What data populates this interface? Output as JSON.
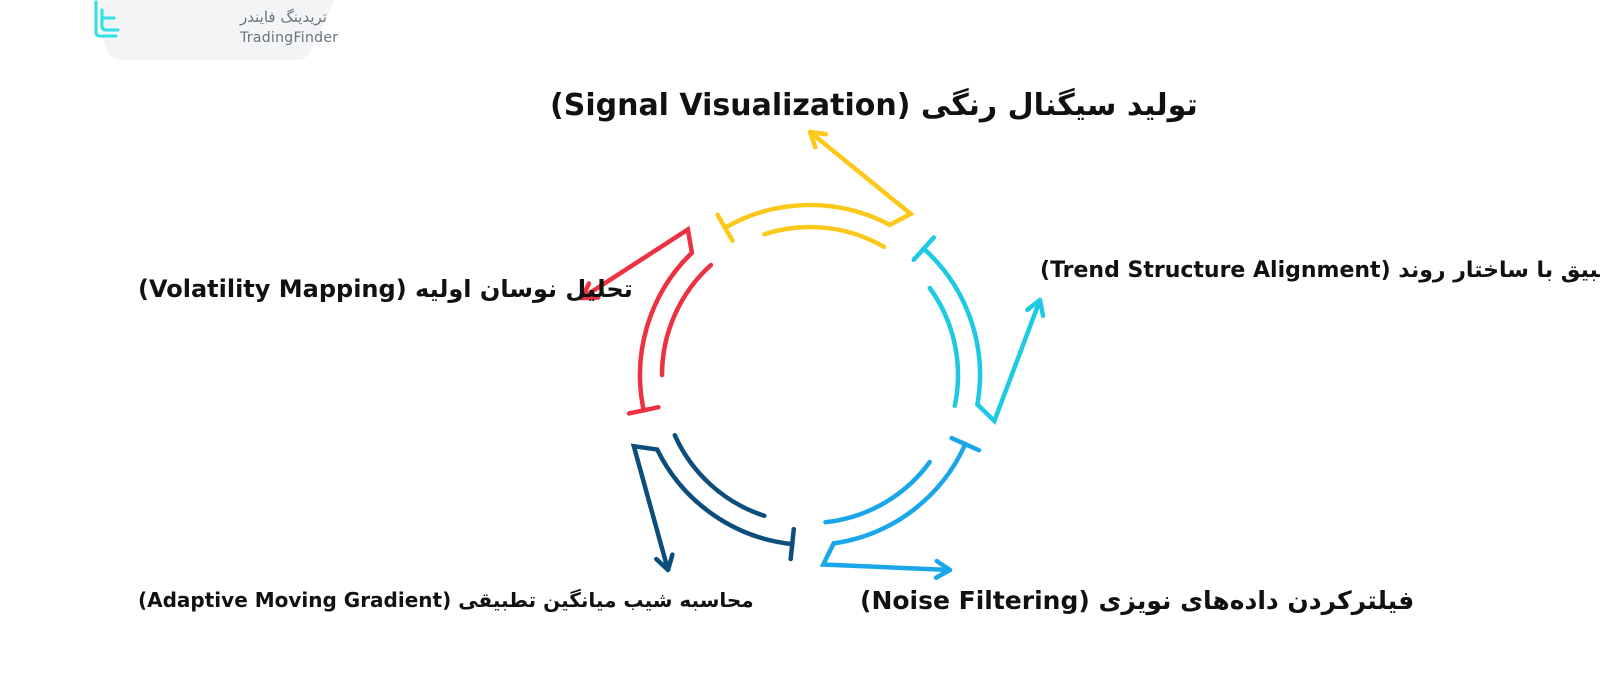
{
  "logo": {
    "name_fa": "تریدینگ فایندر",
    "name_en": "TradingFinder"
  },
  "steps": [
    {
      "label": "تحلیل نوسان اولیه (Volatility Mapping)",
      "color": "#ee3140"
    },
    {
      "label": "تولید سیگنال رنگی (Signal Visualization)",
      "color": "#fcc819"
    },
    {
      "label": "تطبیق با ساختار روند (Trend Structure Alignment)",
      "color": "#1ec9e3"
    },
    {
      "label": "فیلترکردن داده‌های نویزی (Noise Filtering)",
      "color": "#1aa7e9"
    },
    {
      "label": "محاسبه شیب میانگین تطبیقی (Adaptive Moving Gradient)",
      "color": "#0b4d7b"
    }
  ],
  "colors": {
    "logo_bg": "#f3f4f6",
    "logo_text": "#6b7280",
    "logo_accent": "#2de1e6"
  }
}
